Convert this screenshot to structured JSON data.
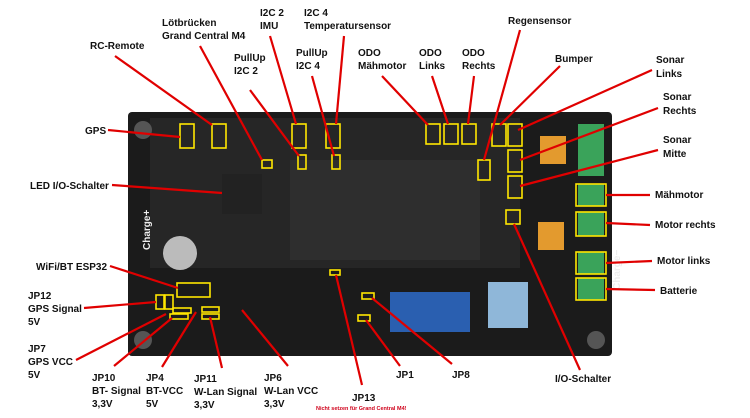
{
  "colors": {
    "leader": "#e00000",
    "highlight": "#ffe600",
    "board": "#1b1b1b",
    "note": "#d0021b"
  },
  "labels": {
    "rc_remote": [
      "RC-Remote"
    ],
    "loetbruecken": [
      "Lötbrücken",
      "Grand Central M4"
    ],
    "i2c2_imu": [
      "I2C 2",
      "IMU"
    ],
    "i2c4_temp": [
      "I2C 4",
      "Temperatursensor"
    ],
    "pullup_i2c2": [
      "PullUp",
      "I2C 2"
    ],
    "pullup_i2c4": [
      "PullUp",
      "I2C 4"
    ],
    "odo_maehmotor": [
      "ODO",
      "Mähmotor"
    ],
    "odo_links": [
      "ODO",
      "Links"
    ],
    "odo_rechts": [
      "ODO",
      "Rechts"
    ],
    "regensensor": [
      "Regensensor"
    ],
    "bumper": [
      "Bumper"
    ],
    "sonar_links": [
      "Sonar",
      "Links"
    ],
    "sonar_rechts": [
      "Sonar",
      "Rechts"
    ],
    "sonar_mitte": [
      "Sonar",
      "Mitte"
    ],
    "maehmotor": [
      "Mähmotor"
    ],
    "motor_rechts": [
      "Motor rechts"
    ],
    "motor_links": [
      "Motor links"
    ],
    "batterie": [
      "Batterie"
    ],
    "gps": [
      "GPS"
    ],
    "led_io": [
      "LED I/O-Schalter"
    ],
    "wifi_bt": [
      "WiFi/BT ESP32"
    ],
    "jp12": [
      "JP12",
      "GPS Signal",
      "5V"
    ],
    "jp7": [
      "JP7",
      "GPS VCC",
      "5V"
    ],
    "jp10": [
      "JP10",
      "BT- Signal",
      "3,3V"
    ],
    "jp4": [
      "JP4",
      "BT-VCC",
      "5V"
    ],
    "jp11": [
      "JP11",
      "W-Lan Signal",
      "3,3V"
    ],
    "jp6": [
      "JP6",
      "W-Lan VCC",
      "3,3V"
    ],
    "jp13": [
      "JP13"
    ],
    "jp13_note": "Nicht setzen für Grand Central M4!",
    "jp1": [
      "JP1"
    ],
    "jp8": [
      "JP8"
    ],
    "io_schalter": [
      "I/O-Schalter"
    ]
  },
  "board": {
    "left_print": "Charge+",
    "right_print": "Charge−"
  }
}
